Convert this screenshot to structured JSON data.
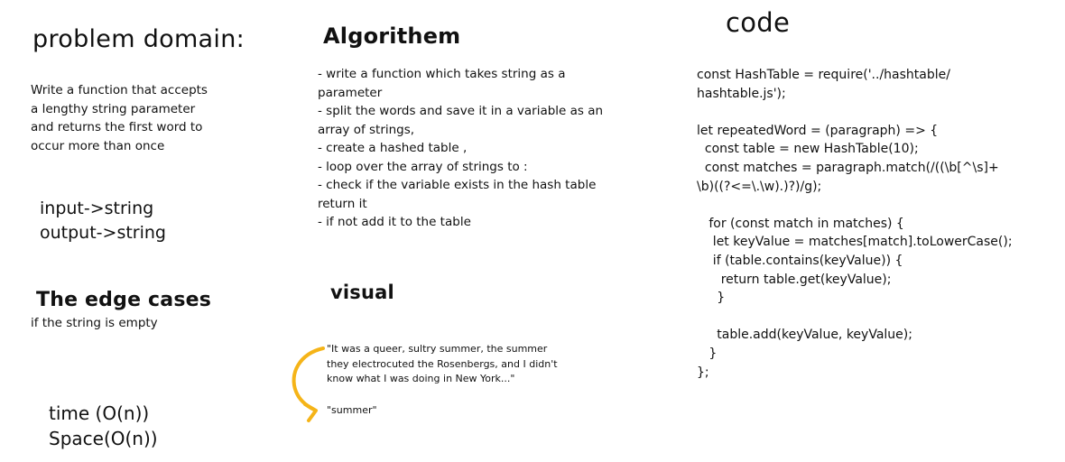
{
  "problem": {
    "heading": "problem domain:",
    "description": [
      "Write a function that accepts",
      "a lengthy string parameter",
      "and returns the first word to",
      "occur more than once"
    ],
    "io": [
      "input->string",
      "output->string"
    ],
    "edge_heading": "The edge cases",
    "edge_text": "if the string is empty",
    "complexity": [
      "time (O(n))",
      "Space(O(n))"
    ]
  },
  "algorithm": {
    "heading": "Algorithem",
    "steps": [
      "- write a function which takes string as a",
      "parameter",
      "- split the words and save it in a variable as an",
      "array of strings,",
      "- create a hashed table ,",
      "- loop over the array of strings to :",
      "- check if the variable exists in the hash table",
      "return it",
      "- if not add it to the table"
    ]
  },
  "visual": {
    "heading": "visual",
    "quote": [
      "\"It was a queer, sultry summer, the summer",
      "they electrocuted the Rosenbergs, and I didn't",
      "know what I was doing in New York...\""
    ],
    "result": "\"summer\"",
    "arrow_color": "#f5b418"
  },
  "code": {
    "heading": "code",
    "lines": [
      "const HashTable = require('../hashtable/",
      "hashtable.js');",
      "",
      "let repeatedWord = (paragraph) => {",
      "  const table = new HashTable(10);",
      "  const matches = paragraph.match(/((\\b[^\\s]+",
      "\\b)((?<=\\.\\w).)?)/g);",
      "",
      "   for (const match in matches) {",
      "    let keyValue = matches[match].toLowerCase();",
      "    if (table.contains(keyValue)) {",
      "      return table.get(keyValue);",
      "     }",
      "",
      "     table.add(keyValue, keyValue);",
      "   }",
      "};"
    ]
  }
}
